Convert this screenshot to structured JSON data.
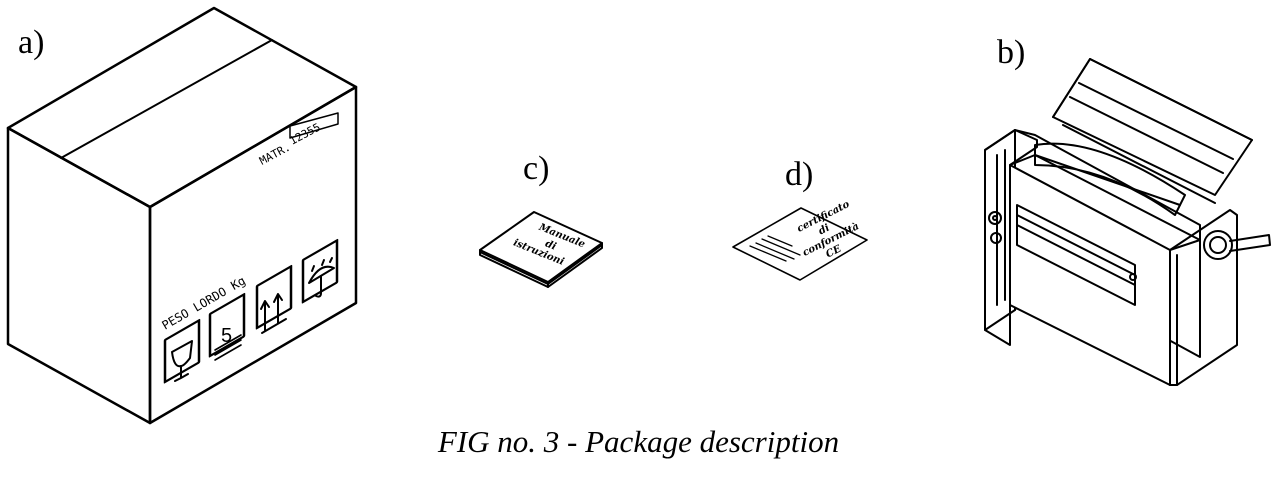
{
  "labels": {
    "a": "a)",
    "b": "b)",
    "c": "c)",
    "d": "d)"
  },
  "box": {
    "matr_label": "MATR.",
    "matr_value": "12355",
    "weight_label": "PESO LORDO Kg",
    "stack_limit": "5",
    "icons": [
      "fragile-glass-icon",
      "stack-limit-icon",
      "this-way-up-icon",
      "keep-dry-umbrella-icon"
    ]
  },
  "manual": {
    "line1": "Manuale",
    "line2": "di",
    "line3": "istruzioni"
  },
  "certificate": {
    "line1": "certificato",
    "line2": "di",
    "line3": "conformità",
    "line4": "CE"
  },
  "caption": "FIG no. 3 - Package description"
}
